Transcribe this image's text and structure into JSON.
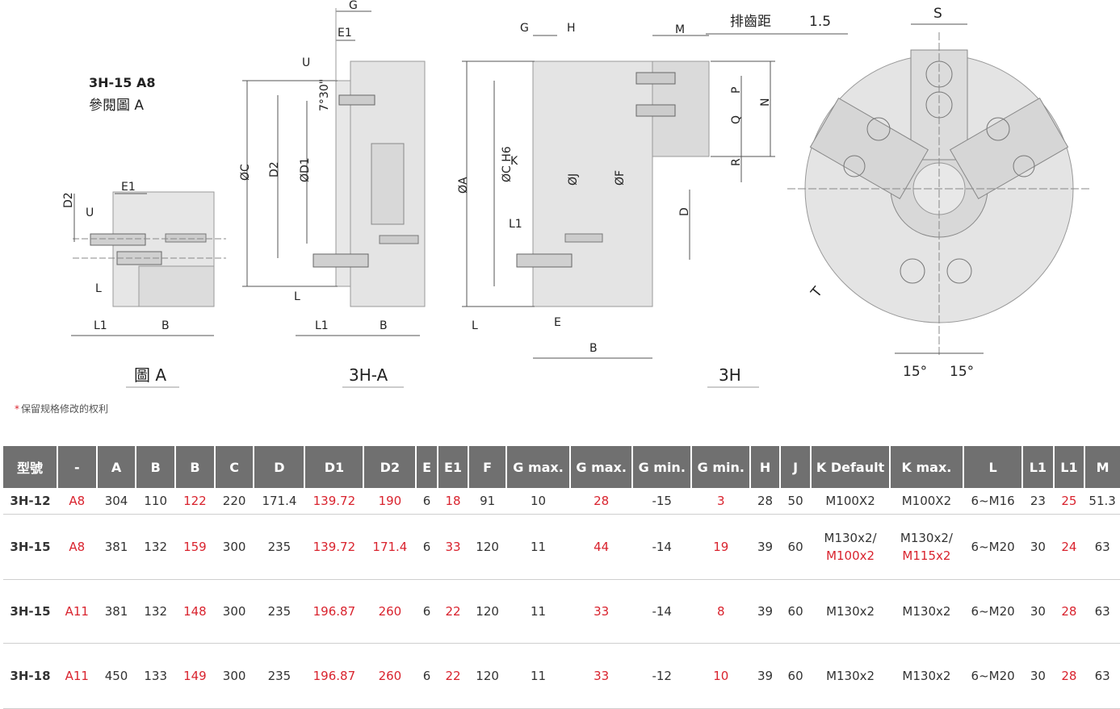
{
  "drawing": {
    "labels_a": {
      "D2": "D2",
      "U": "U",
      "E1": "E1",
      "L": "L",
      "L1": "L1",
      "B": "B"
    },
    "title_line1": "3H-15 A8",
    "title_line2": "參閱圖 A",
    "caption_a": "圖 A",
    "labels_3ha": {
      "G": "G",
      "E1": "E1",
      "U": "U",
      "angle": "7°30\"",
      "C": "ØC",
      "D2": "D2",
      "D1": "ØD1",
      "L": "L",
      "L1": "L1",
      "B": "B"
    },
    "caption_3ha": "3H-A",
    "labels_3h": {
      "G": "G",
      "H": "H",
      "M": "M",
      "pitch_label": "排齒距",
      "pitch_value": "1.5",
      "P": "P",
      "Q": "Q",
      "R": "R",
      "N": "N",
      "K": "K",
      "A": "ØA",
      "CH6": "ØC H6",
      "J": "ØJ",
      "F": "ØF",
      "D": "D",
      "L1": "L1",
      "L": "L",
      "E": "E",
      "B": "B"
    },
    "caption_3h": "3H",
    "labels_front": {
      "S": "S",
      "T": "T",
      "ang1": "15°",
      "ang2": "15°"
    }
  },
  "note": {
    "star": "*",
    "text": "保留规格修改的权利"
  },
  "table": {
    "headers": [
      "型號",
      "-",
      "A",
      "B",
      "B",
      "C",
      "D",
      "D1",
      "D2",
      "E",
      "E1",
      "F",
      "G max.",
      "G max.",
      "G min.",
      "G min.",
      "H",
      "J",
      "K Default",
      "K max.",
      "L",
      "L1",
      "L1",
      "M"
    ],
    "rows": [
      [
        "3H-12",
        "A8",
        "304",
        "110",
        "122",
        "220",
        "171.4",
        "139.72",
        "190",
        "6",
        "18",
        "91",
        "10",
        "28",
        "-15",
        "3",
        "28",
        "50",
        "M100X2",
        "M100X2",
        "6~M16",
        "23",
        "25",
        "51.3"
      ],
      [
        "3H-15",
        "A8",
        "381",
        "132",
        "159",
        "300",
        "235",
        "139.72",
        "171.4",
        "6",
        "33",
        "120",
        "11",
        "44",
        "-14",
        "19",
        "39",
        "60",
        "M130x2/",
        "M130x2/",
        "6~M20",
        "30",
        "24",
        "63"
      ],
      [
        "3H-15",
        "A11",
        "381",
        "132",
        "148",
        "300",
        "235",
        "196.87",
        "260",
        "6",
        "22",
        "120",
        "11",
        "33",
        "-14",
        "8",
        "39",
        "60",
        "M130x2",
        "M130x2",
        "6~M20",
        "30",
        "28",
        "63"
      ],
      [
        "3H-18",
        "A11",
        "450",
        "133",
        "149",
        "300",
        "235",
        "196.87",
        "260",
        "6",
        "22",
        "120",
        "11",
        "33",
        "-12",
        "10",
        "39",
        "60",
        "M130x2",
        "M130x2",
        "6~M20",
        "30",
        "28",
        "63"
      ]
    ],
    "row2_k_default_second": "M100x2",
    "row2_k_max_second": "M115x2",
    "accent_color": "#d9232e",
    "header_color": "#707070"
  }
}
